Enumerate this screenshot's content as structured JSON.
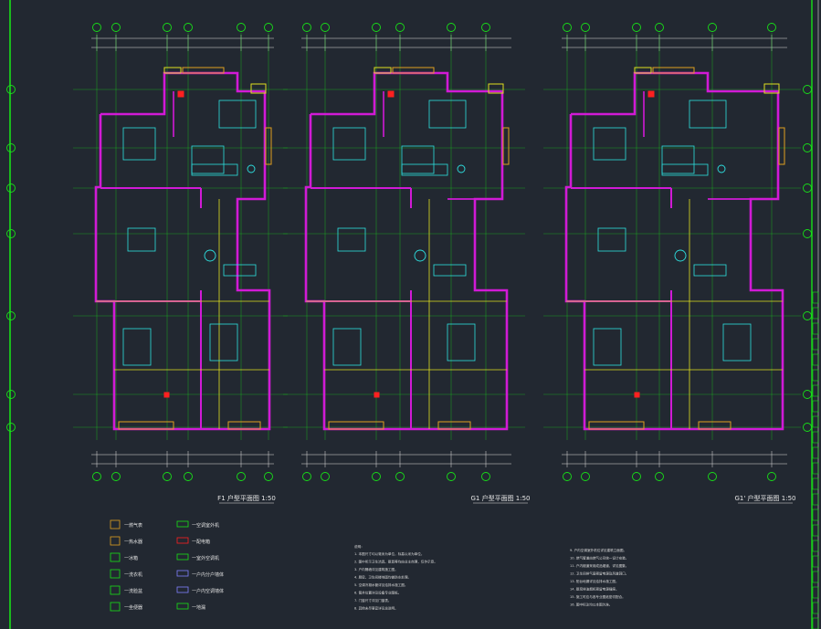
{
  "drawing": {
    "plan_titles": [
      {
        "name": "F1 户型平面图 1:50",
        "scale": "1:50"
      },
      {
        "name": "G1 户型平面图 1:50",
        "scale": "1:50"
      },
      {
        "name": "G1' 户型平面图 1:50",
        "scale": "1:50"
      }
    ],
    "notes_label": "说明：",
    "notes_col1": [
      "1. 本图尺寸均以毫米为单位，标高以米为单位。",
      "2. 图中所示卫生洁具、厨具等均由业主自理，仅作示意。",
      "3. 户内隔墙详见建筑施工图。",
      "4. 厨房、卫生间楼地面均做防水处理。",
      "5. 空调冷凝水管详见给排水施工图。",
      "6. 管井位置详见设备专业图纸。",
      "7. 门窗尺寸详见门窗表。",
      "8. 其他未尽事宜详见总说明。"
    ],
    "notes_col2": [
      "9. 户内空调室外机位详见建筑立面图。",
      "10. 燃气管道由燃气公司统一设计安装。",
      "11. 户内烟道采用成品烟道，详见图集。",
      "12. 卫生间排气扇预留电源及风道洞口。",
      "13. 阳台地漏详见给排水施工图。",
      "14. 厨房排油烟机预留电源插座。",
      "15. 施工时应与各专业图纸密切配合。",
      "16. 图中标注均以本图为准。"
    ],
    "legend_left": [
      {
        "icon": "gas-meter-icon",
        "label": "一燃气表"
      },
      {
        "icon": "water-heater-icon",
        "label": "一热水器"
      },
      {
        "icon": "box-icon",
        "label": "一冰箱"
      },
      {
        "icon": "washer-icon",
        "label": "一洗衣机"
      },
      {
        "icon": "basin-icon",
        "label": "一洗脸盆"
      },
      {
        "icon": "toilet-icon",
        "label": "一坐便器"
      }
    ],
    "legend_right": [
      {
        "icon": "ac-unit-icon",
        "label": "一空调室外机"
      },
      {
        "icon": "distribution-box-icon",
        "label": "一配电箱"
      },
      {
        "icon": "vent-icon",
        "label": "一室外空调机"
      },
      {
        "icon": "wall-line-icon",
        "label": "一户内分户墙体"
      },
      {
        "icon": "wall-thick-icon",
        "label": "一户内空调墙体"
      },
      {
        "icon": "drain-icon",
        "label": "一地漏"
      }
    ],
    "colors": {
      "background": "#222831",
      "grid": "#18e018",
      "wall": "#d11ad6",
      "structure": "#e0e020",
      "furniture": "#2ee0e0",
      "window": "#e0a020",
      "dimension": "#e0e0e0",
      "red_mark": "#ff2020"
    }
  }
}
